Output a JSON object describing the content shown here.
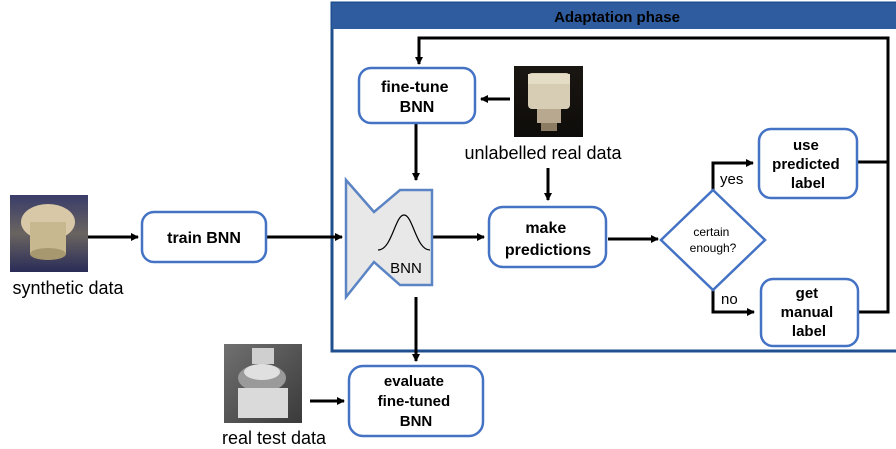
{
  "phase": {
    "title": "Adaptation phase",
    "header_color": "#2f5c9e",
    "border_color": "#1f4f8f"
  },
  "nodes": {
    "train": [
      "train BNN"
    ],
    "finetune": [
      "fine-tune",
      "BNN"
    ],
    "predict": [
      "make",
      "predictions"
    ],
    "evaluate": [
      "evaluate",
      "fine-tuned",
      "BNN"
    ],
    "use_predicted": [
      "use",
      "predicted",
      "label"
    ],
    "get_manual": [
      "get",
      "manual",
      "label"
    ],
    "decision": [
      "certain",
      "enough?"
    ],
    "bnn_label": "BNN"
  },
  "images": {
    "synthetic": "synthetic data",
    "unlabelled": "unlabelled real data",
    "test": "real test data"
  },
  "edges": {
    "yes": "yes",
    "no": "no"
  },
  "colors": {
    "box_border": "#4472c4",
    "arrow": "#000000",
    "bnn_fill": "#e8e8e8",
    "bnn_border": "#5b84c4"
  }
}
